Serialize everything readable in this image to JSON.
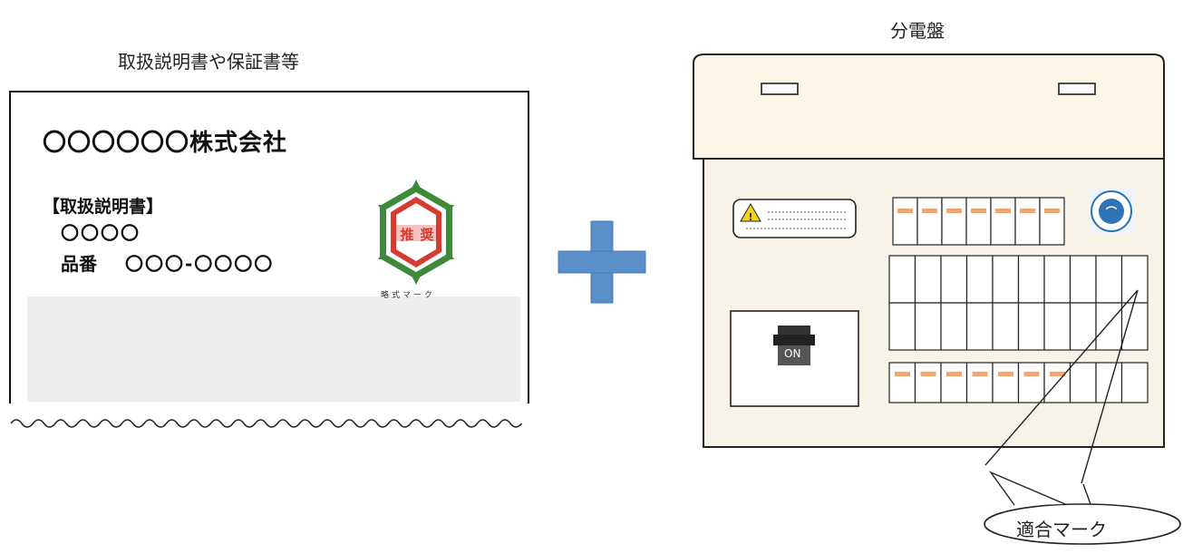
{
  "document": {
    "caption": "取扱説明書や保証書等",
    "company": "〇〇〇〇〇〇株式会社",
    "section": "【取扱説明書】",
    "item": "〇〇〇〇",
    "model_label": "品番",
    "model_value": "〇〇〇-〇〇〇〇",
    "mark_text_1": "推",
    "mark_text_2": "奨",
    "mark_caption": "略式マーク",
    "wavy_line": "〜〜〜〜〜〜〜〜〜〜〜〜〜〜〜〜〜〜〜〜〜〜〜"
  },
  "board": {
    "caption": "分電盤",
    "switch_label": "ON",
    "callout": "適合マーク"
  },
  "colors": {
    "plus": "#5b8fc9",
    "board_fill": "#f7f3e6",
    "breaker_orange": "#f0a575",
    "mark_red": "#d63b2f",
    "mark_green": "#3c8a3a",
    "seal_blue": "#2e74b5"
  }
}
